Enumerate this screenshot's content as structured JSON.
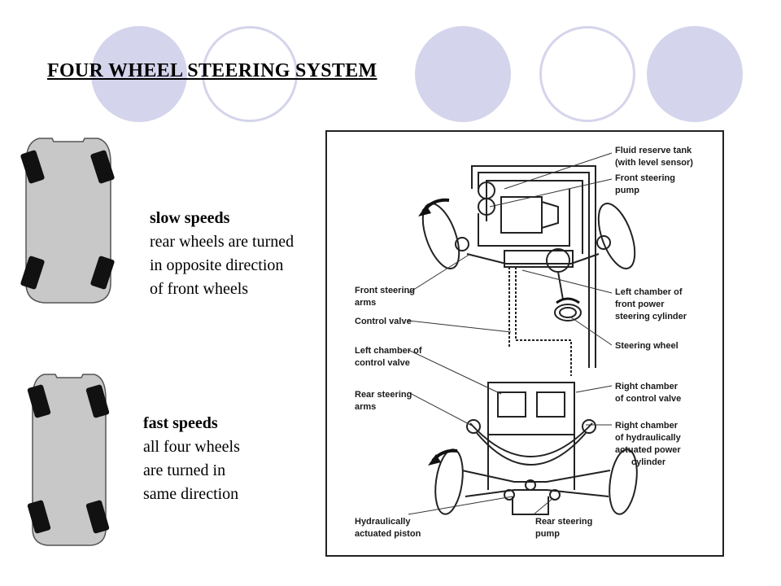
{
  "slide": {
    "title": "FOUR WHEEL STEERING SYSTEM",
    "accent_color": "#d4d4ec"
  },
  "slow": {
    "heading": "slow speeds",
    "lines": [
      "rear wheels are turned",
      "in opposite direction",
      "of front wheels"
    ]
  },
  "fast": {
    "heading": "fast speeds",
    "lines": [
      "all four wheels",
      "are turned in",
      "same direction"
    ]
  },
  "diagram": {
    "labels": {
      "fluid_tank_1": "Fluid reserve tank",
      "fluid_tank_2": "(with level sensor)",
      "front_pump_1": "Front steering",
      "front_pump_2": "pump",
      "front_arms_1": "Front steering",
      "front_arms_2": "arms",
      "left_chamber_front_1": "Left chamber of",
      "left_chamber_front_2": "front power",
      "left_chamber_front_3": "steering cylinder",
      "control_valve": "Control valve",
      "steering_wheel": "Steering wheel",
      "left_chamber_cv_1": "Left chamber of",
      "left_chamber_cv_2": "control valve",
      "right_chamber_cv_1": "Right chamber",
      "right_chamber_cv_2": "of control valve",
      "rear_arms_1": "Rear steering",
      "rear_arms_2": "arms",
      "right_chamber_hyd_1": "Right chamber",
      "right_chamber_hyd_2": "of hydraulically",
      "right_chamber_hyd_3": "actuated power",
      "right_chamber_hyd_4": "cylinder",
      "hyd_piston_1": "Hydraulically",
      "hyd_piston_2": "actuated piston",
      "rear_pump_1": "Rear steering",
      "rear_pump_2": "pump"
    }
  }
}
